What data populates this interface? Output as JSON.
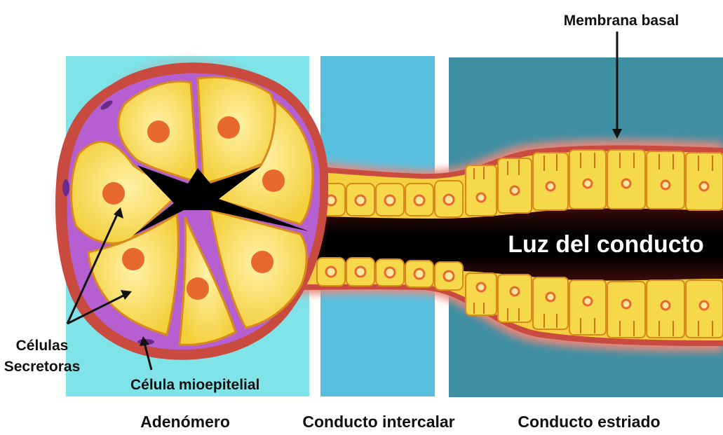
{
  "labels": {
    "membrana_basal": "Membrana basal",
    "luz_del_conducto": "Luz del conducto",
    "celulas_line1": "Células",
    "celulas_line2": "Secretoras",
    "celula_mioepitelial": "Célula mioepitelial",
    "adenomero": "Adenómero",
    "conducto_intercalar": "Conducto intercalar",
    "conducto_estriado": "Conducto estriado"
  },
  "colors": {
    "adenomero_bg": "#7fe3e8",
    "intercalar_bg": "#57bede",
    "estriado_bg": "#3f8fa3",
    "basement_membrane": "#c94a3e",
    "membrane_pink": "#e98a7e",
    "myoepithelial": "#b55fd0",
    "cell_yellow": "#f6d94a",
    "cell_light": "#fcec9a",
    "nucleus": "#e8692e",
    "lumen": "#000000"
  }
}
